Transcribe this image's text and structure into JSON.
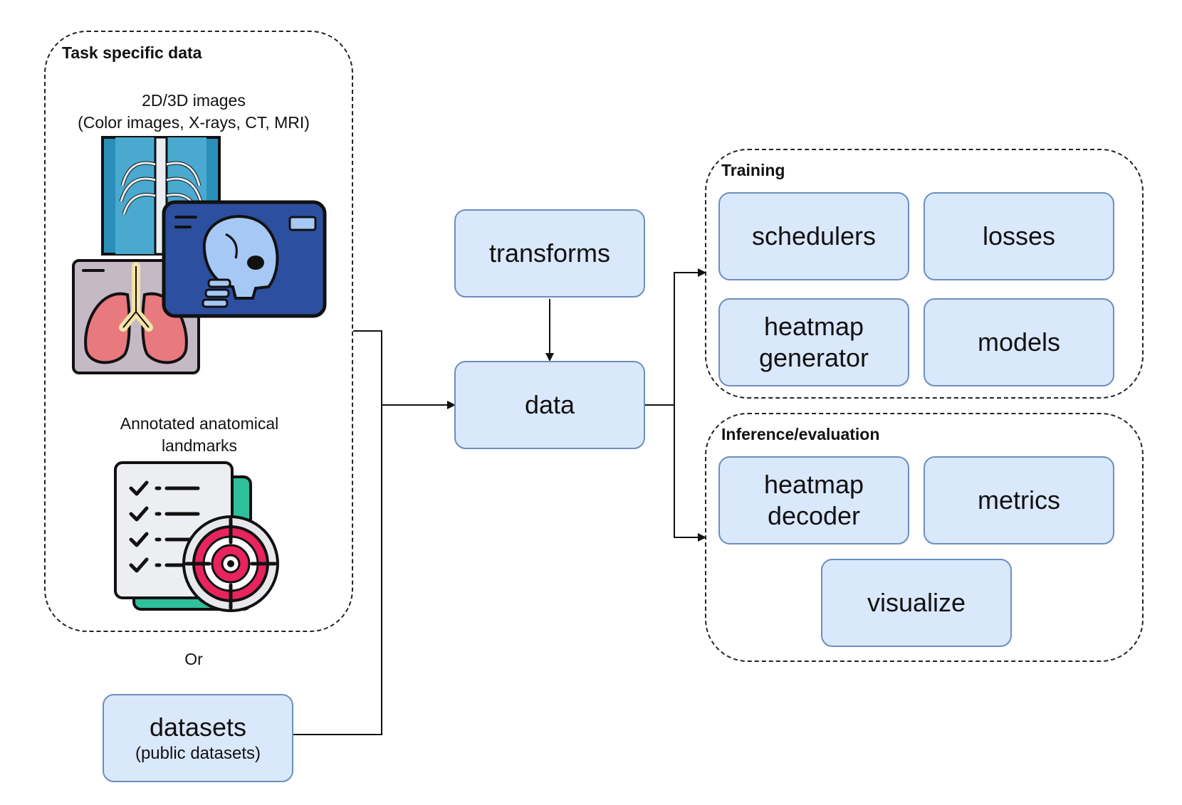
{
  "task_group": {
    "title": "Task specific data",
    "images_caption": [
      "2D/3D images",
      "(Color images, X-rays, CT, MRI)"
    ],
    "landmarks_caption": [
      "Annotated anatomical",
      "landmarks"
    ],
    "illustrations": [
      "chest-xray-icon",
      "skull-xray-icon",
      "lungs-scan-icon",
      "annotated-checklist-target-icon"
    ]
  },
  "or_label": "Or",
  "datasets": {
    "label": "datasets",
    "sublabel": "(public datasets)"
  },
  "pipeline": {
    "transforms": "transforms",
    "data": "data"
  },
  "training": {
    "title": "Training",
    "items": [
      {
        "label": [
          "schedulers"
        ]
      },
      {
        "label": [
          "losses"
        ]
      },
      {
        "label": [
          "heatmap",
          "generator"
        ]
      },
      {
        "label": [
          "models"
        ]
      }
    ]
  },
  "inference": {
    "title": "Inference/evaluation",
    "items": [
      {
        "label": [
          "heatmap",
          "decoder"
        ]
      },
      {
        "label": [
          "metrics"
        ]
      },
      {
        "label": [
          "visualize"
        ]
      }
    ]
  },
  "colors": {
    "node_fill": "#dae8fc",
    "node_stroke": "#6c8ebf",
    "line": "#111111"
  }
}
